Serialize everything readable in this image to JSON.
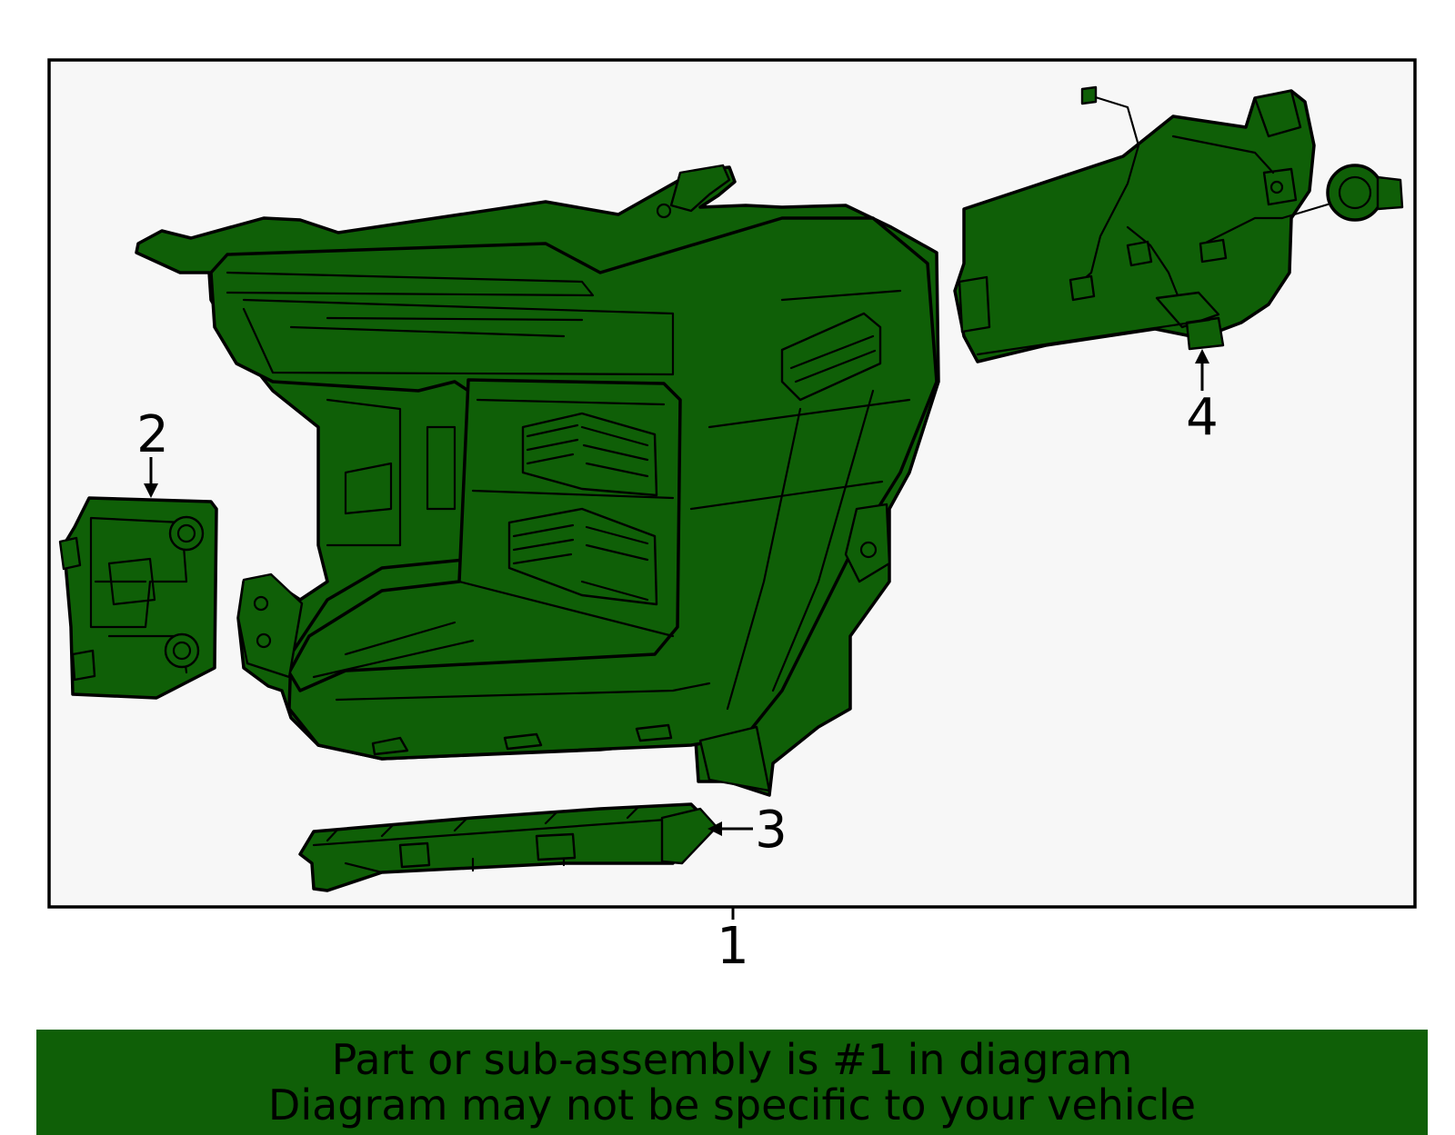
{
  "callouts": {
    "c1": "1",
    "c2": "2",
    "c3": "3",
    "c4": "4"
  },
  "banner": {
    "line1": "Part or sub-assembly is #1 in diagram",
    "line2": "Diagram may not be specific to your vehicle"
  },
  "colors": {
    "part_fill": "#0f5f07",
    "frame_background": "#f7f7f7",
    "banner_background": "#0f5f07",
    "outline": "#000000"
  }
}
